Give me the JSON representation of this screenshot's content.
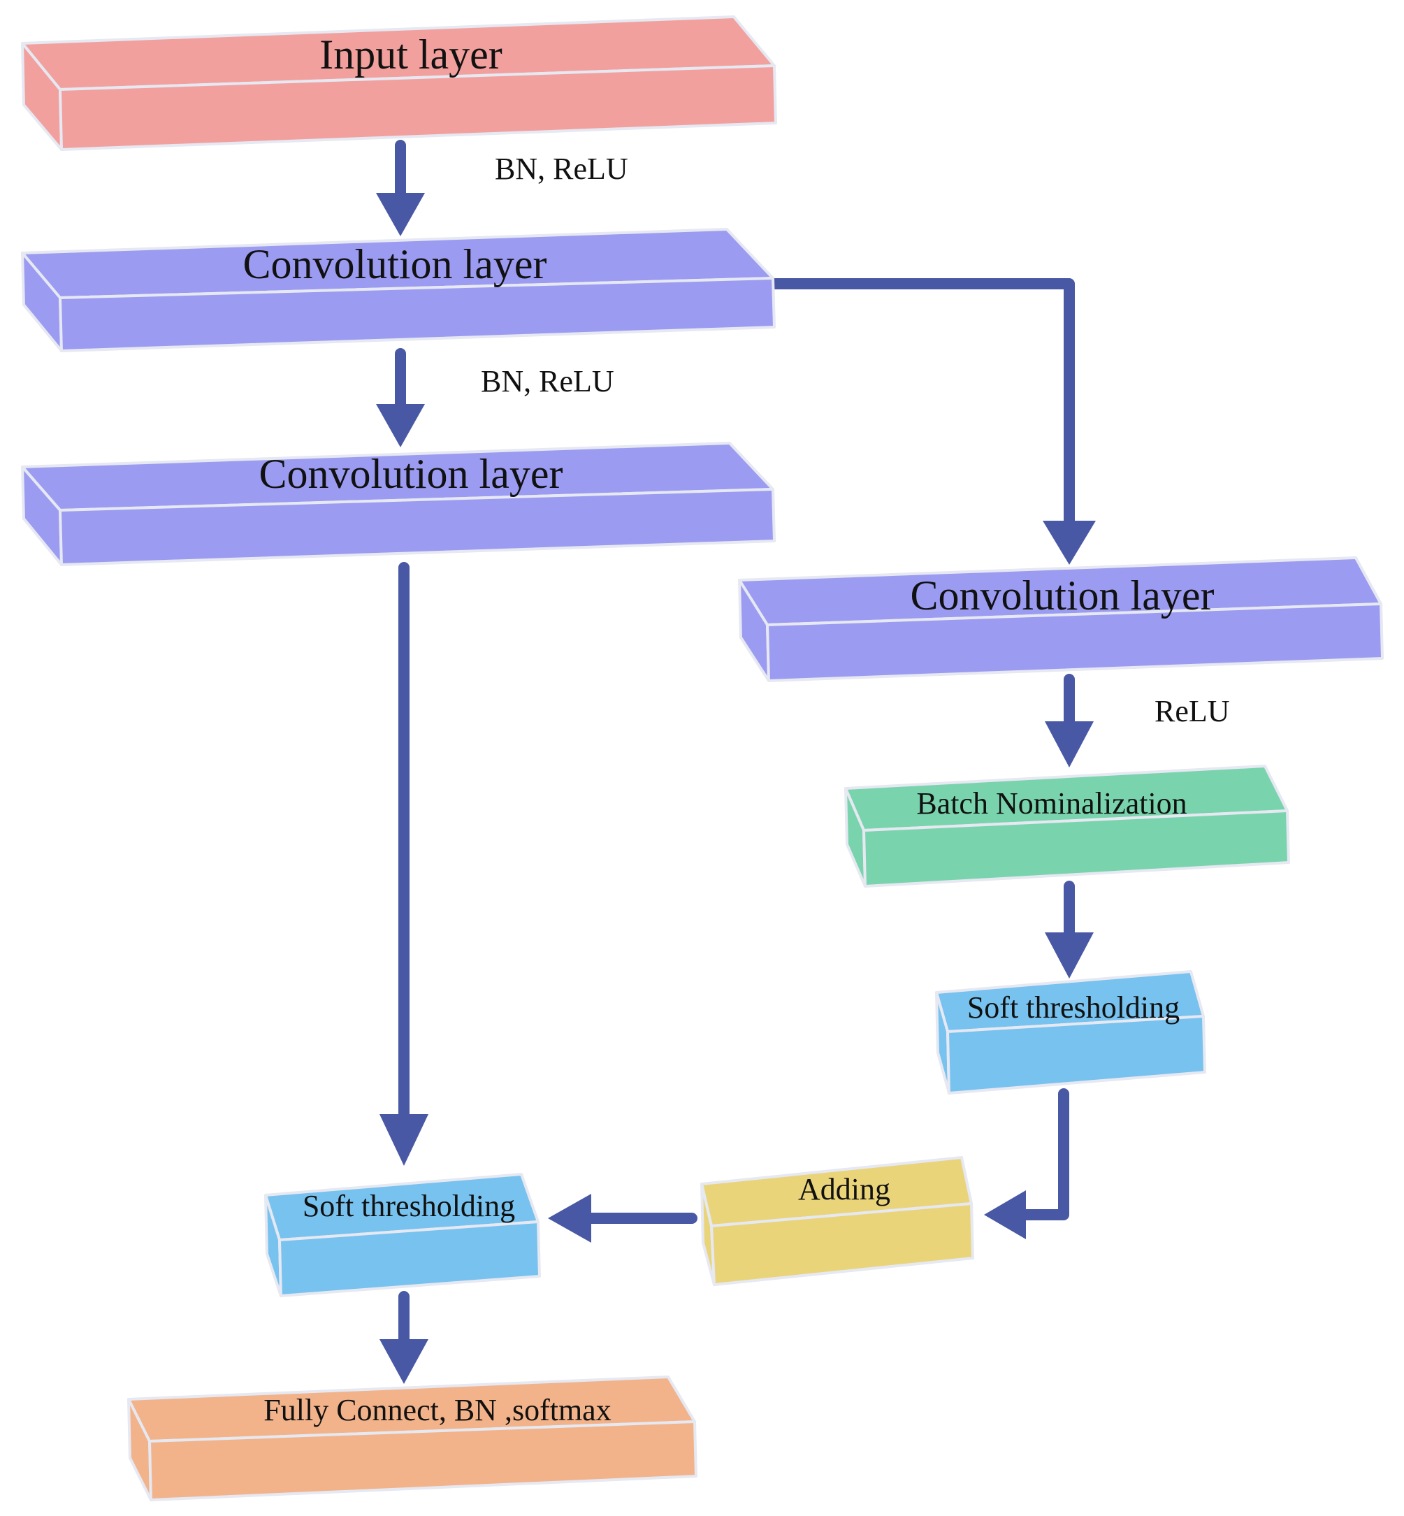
{
  "nodes": {
    "input": {
      "label": "Input layer",
      "color": "#f2a09e"
    },
    "conv1": {
      "label": "Convolution layer",
      "color": "#9b9bf2"
    },
    "conv2": {
      "label": "Convolution layer",
      "color": "#9b9bf2"
    },
    "conv3": {
      "label": "Convolution layer",
      "color": "#9b9bf2"
    },
    "batchnorm": {
      "label": "Batch Nominalization",
      "color": "#79d4ad"
    },
    "soft_right": {
      "label": "Soft thresholding",
      "color": "#77c2ef"
    },
    "adding": {
      "label": "Adding",
      "color": "#ead47a"
    },
    "soft_left": {
      "label": "Soft thresholding",
      "color": "#77c2ef"
    },
    "output": {
      "label": "Fully Connect, BN ,softmax",
      "color": "#f2b38a"
    }
  },
  "edges": {
    "input_to_conv1": "BN, ReLU",
    "conv1_to_conv2": "BN, ReLU",
    "conv3_to_batchnorm": "ReLU"
  },
  "arrow_color": "#4858a4"
}
